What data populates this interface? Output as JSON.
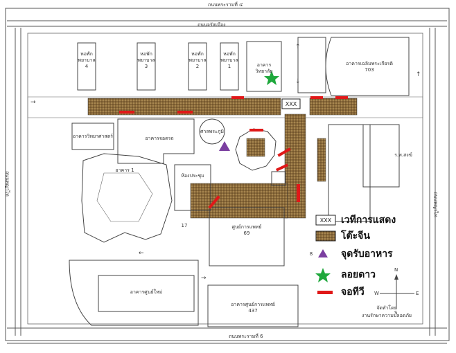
{
  "roads": {
    "top": "ถนนพระรามที่ ๔",
    "upper": "ถนนจรัสเมือง",
    "bottom": "ถนนพระรามที่ 6",
    "left": "ถนนพญาไท",
    "right": "ถนนพญาไท"
  },
  "buildings": {
    "b1": "หอพัก\nพยาบาล\n4",
    "b2": "หอพัก\nพยาบาล\n3",
    "b3": "หอพัก\nพยาบาล\n2",
    "b4": "หอพัก\nพยาบาล\n1",
    "b5": "อาคาร\nวิทยาลัย",
    "b6": "อาคารเฉลิมพระเกียรติ\n703",
    "b7": "อาคารจอดรถ",
    "b8": "อาคารวิทยาศาสตร์",
    "b9": "อาคาร 1",
    "b10": "ห้องประชุม",
    "b11": "ศาลพระภูมิ",
    "b12": "ศูนย์การแพทย์\n69",
    "b13": "อาคารศูนย์การแพทย์\n437",
    "b14": "อาคารศูนย์ใหม่",
    "b15": "ร.พ.สงฆ์",
    "num17": "17",
    "num8": "8"
  },
  "legend": {
    "stage": "เวทีการแสดง",
    "table": "โต๊ะจีน",
    "food": "จุดรับอาหาร",
    "flower": "ลอยดาว",
    "screen": "จอทีวี"
  },
  "credit": {
    "line1": "จัดทำโดย",
    "line2": "งานรักษาความปลอดภัย"
  },
  "compass": {
    "n": "N",
    "s": "S",
    "e": "E",
    "w": "W"
  },
  "colors": {
    "table": "#8a6a3a",
    "food": "#7b3fa0",
    "flower": "#1fa83c",
    "screen": "#e01818",
    "line": "#555555"
  }
}
